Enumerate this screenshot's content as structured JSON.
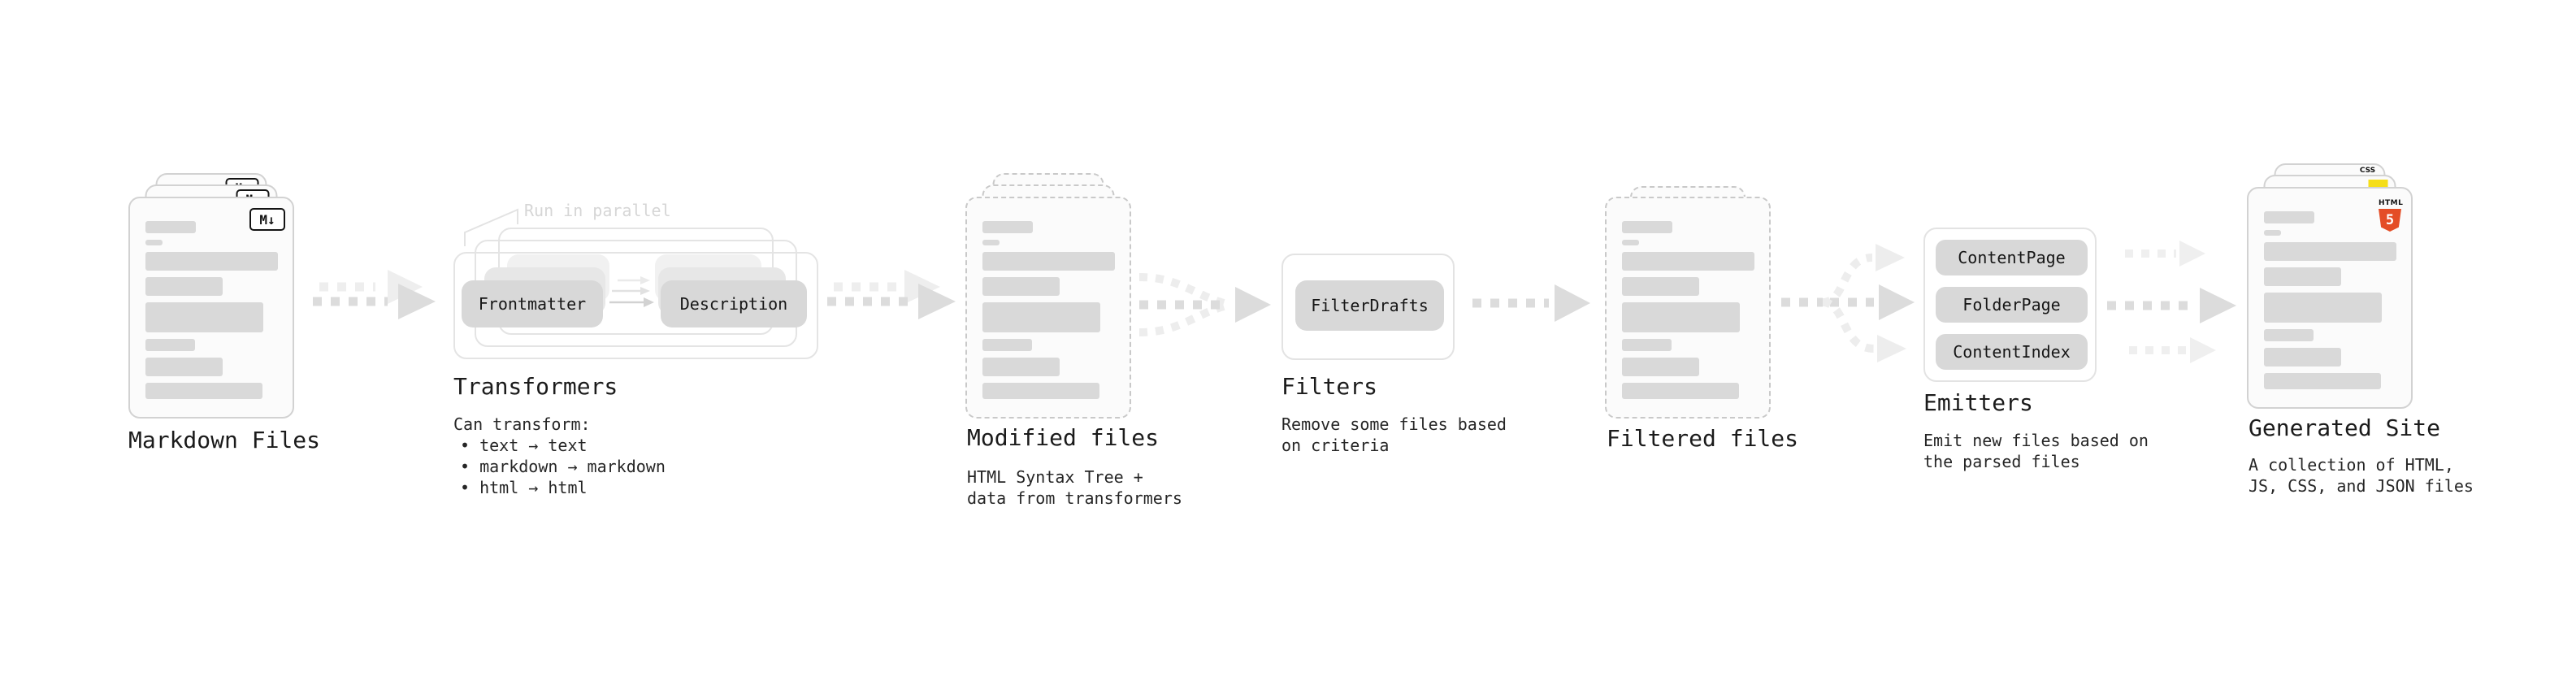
{
  "diagram": {
    "annotation_run_in_parallel": "Run in parallel",
    "stages": {
      "markdown_files": {
        "label": "Markdown Files",
        "badge": "M↓"
      },
      "transformers": {
        "label": "Transformers",
        "box_frontmatter": "Frontmatter",
        "box_description": "Description",
        "desc_title": "Can transform:",
        "bullets": [
          "• text → text",
          "• markdown → markdown",
          "• html → html"
        ]
      },
      "modified_files": {
        "label": "Modified files",
        "desc_lines": [
          "HTML Syntax Tree +",
          "data from transformers"
        ]
      },
      "filters": {
        "label": "Filters",
        "box_filterdrafts": "FilterDrafts",
        "desc_lines": [
          "Remove some files based",
          "on criteria"
        ]
      },
      "filtered_files": {
        "label": "Filtered files"
      },
      "emitters": {
        "label": "Emitters",
        "boxes": [
          "ContentPage",
          "FolderPage",
          "ContentIndex"
        ],
        "desc_lines": [
          "Emit new files based on",
          "the parsed files"
        ]
      },
      "generated_site": {
        "label": "Generated Site",
        "html5_badge": {
          "word": "HTML",
          "number": "5"
        },
        "css_badge": "CSS",
        "desc_lines": [
          "A collection of HTML,",
          "JS, CSS, and JSON files"
        ]
      }
    },
    "colors": {
      "html5_orange": "#e44d26",
      "js_yellow": "#f5de19",
      "css_blue": "#2b6fee",
      "operation_box_fill": "#d8d8d8",
      "arrow_dark": "#dcdcdc",
      "arrow_light": "#eeeeee",
      "annotation_gray": "#d6d6d6"
    }
  }
}
